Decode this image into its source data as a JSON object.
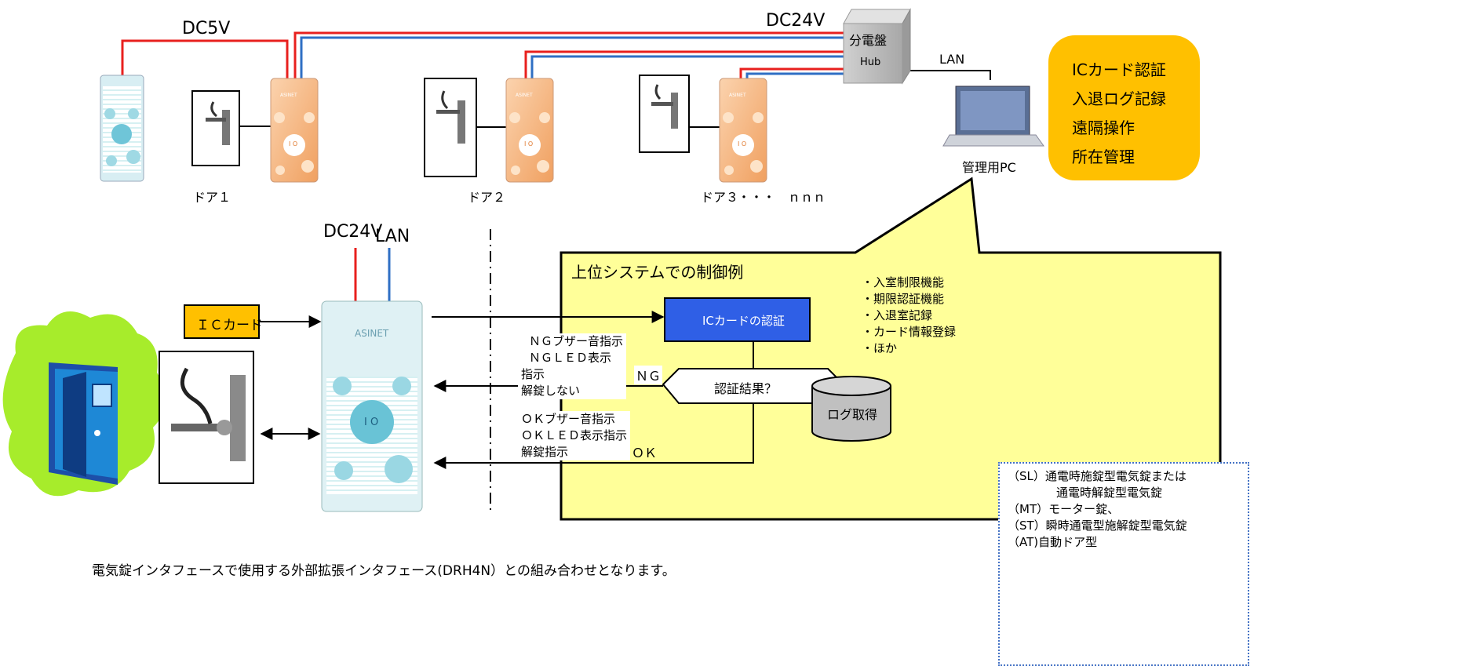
{
  "top": {
    "dc5v": "DC5V",
    "dc24v": "DC24V",
    "panel_line1": "分電盤",
    "panel_line2": "Hub",
    "lan": "LAN",
    "pc_label": "管理用PC",
    "door1": "ドア１",
    "door2": "ドア２",
    "door3": "ドア３",
    "door_n": "・・・　ｎｎｎ",
    "reader_brand": "ASINET",
    "reader_io": "I O"
  },
  "features": [
    "ICカード認証",
    "入退ログ記録",
    "遠隔操作",
    "所在管理"
  ],
  "lower": {
    "dc24v": "DC24V",
    "lan": "LAN",
    "ic_card": "ＩＣカード",
    "reader_brand": "ASINET",
    "reader_io": "I O",
    "callout_title": "上位システムでの制御例",
    "auth_box": "ICカードの認証",
    "decision": "認証結果？",
    "log": "ログ取得",
    "ng_label": "ＮＧ",
    "ok_label": "ＯＫ",
    "ng_lines": [
      "ＮＧブザー音指示",
      "ＮＧＬＥＤ表示",
      "指示",
      "解錠しない"
    ],
    "ok_lines": [
      "ＯＫブザー音指示",
      "ＯＫＬＥＤ表示指示",
      "解錠指示"
    ],
    "functions": [
      "・入室制限機能",
      "・期限認証機能",
      "・入退室記録",
      "・カード情報登録",
      "・ほか"
    ]
  },
  "lock_types": [
    "（SL）通電時施錠型電気錠または",
    "通電時解錠型電気錠",
    "（MT）モーター錠、",
    "（ST）瞬時通電型施解錠型電気錠",
    "（AT)自動ドア型"
  ],
  "footer": "電気錠インタフェースで使用する外部拡張インタフェース(DRH4N）との組み合わせとなります。",
  "colors": {
    "red_wire": "#e8201e",
    "blue_wire": "#2f6fc4",
    "auth_blue": "#2f5fe6",
    "callout_fill": "#ffff99",
    "feature_box": "#ffc000",
    "ic_card": "#ffc000",
    "reader_orange": "#f7b27a"
  }
}
